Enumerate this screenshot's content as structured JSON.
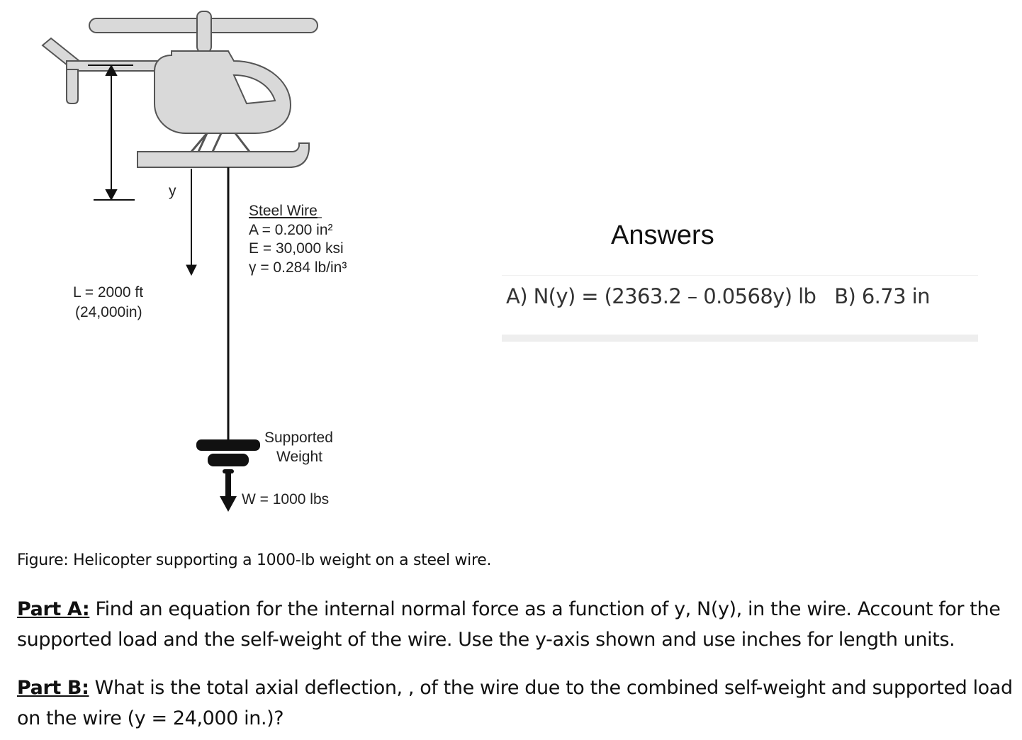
{
  "figure": {
    "y_axis_label": "y",
    "length_line1": "L = 2000 ft",
    "length_line2": "(24,000in)",
    "wire_title": "Steel Wire",
    "wire_area": "A = 0.200 in²",
    "wire_modulus": "E = 30,000 ksi",
    "wire_specific_weight": "γ = 0.284 lb/in³",
    "weight_line1": "Supported",
    "weight_line2": "Weight",
    "weight_value": "W = 1000 lbs"
  },
  "answers": {
    "heading": "Answers",
    "text": "A) N(y) = (2363.2 – 0.0568y) lb   B) 6.73 in"
  },
  "caption": "Figure: Helicopter supporting a 1000-lb weight on a steel wire.",
  "part_a": {
    "label": "Part A:",
    "text": " Find an equation for the internal normal force as a function of y, N(y), in the wire. Account for the supported load and the self-weight of the wire. Use the y-axis shown and use inches for length units."
  },
  "part_b": {
    "label": "Part B:",
    "text": " What is the total axial deflection, , of the wire due to the combined self-weight and supported load on the wire (y = 24,000 in.)?"
  }
}
